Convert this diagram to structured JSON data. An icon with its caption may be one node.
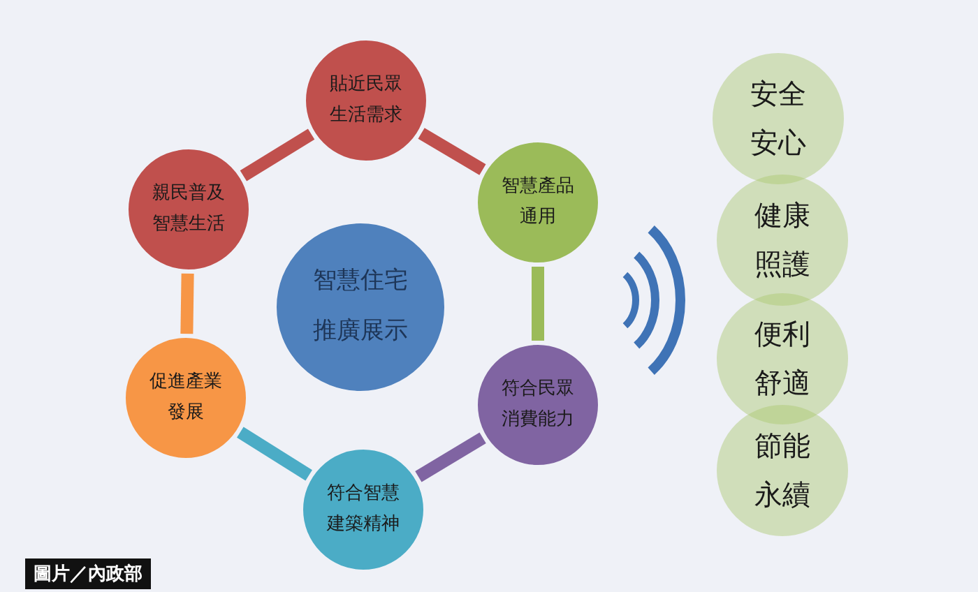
{
  "diagram": {
    "caption": "圖片／內政部",
    "nodes": [
      {
        "text": [
          "智慧住宅推廣展示"
        ]
      },
      {
        "text": [
          "貼近民眾生活需求"
        ]
      },
      {
        "text": [
          "親民普及智慧生活"
        ]
      },
      {
        "text": [
          "智慧產品通用"
        ]
      },
      {
        "text": [
          "促進產業發展"
        ]
      },
      {
        "text": [
          "符合民眾消費能力"
        ]
      },
      {
        "text": [
          "符合智慧建築精神"
        ]
      },
      {
        "text": [
          "安全安心"
        ]
      },
      {
        "text": [
          "健康照護"
        ]
      },
      {
        "text": [
          "便利舒適"
        ]
      },
      {
        "text": [
          "節能永續"
        ]
      }
    ],
    "edges": [
      {
        "from": 1,
        "to": 3,
        "arrow": "none",
        "color": "#c0504d"
      },
      {
        "from": 3,
        "to": 5,
        "arrow": "none",
        "color": "#9bbb59"
      },
      {
        "from": 5,
        "to": 6,
        "arrow": "none",
        "color": "#8064a2"
      },
      {
        "from": 6,
        "to": 4,
        "arrow": "none",
        "color": "#4bacc6"
      },
      {
        "from": 4,
        "to": 2,
        "arrow": "none",
        "color": "#f79646"
      },
      {
        "from": 2,
        "to": 1,
        "arrow": "none",
        "color": "#c0504d"
      }
    ]
  }
}
